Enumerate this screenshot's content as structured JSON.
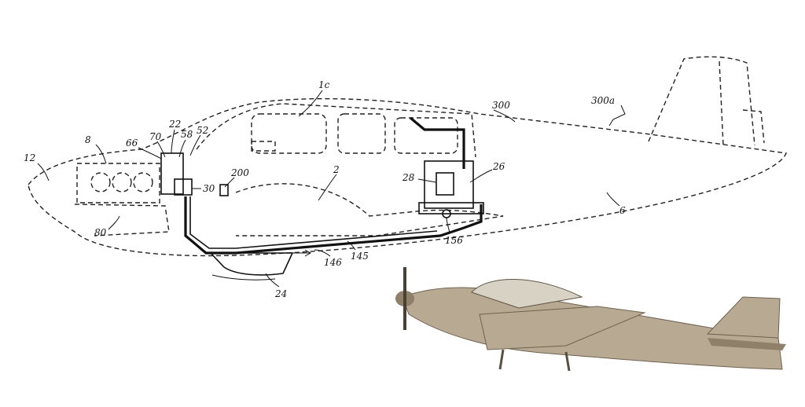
{
  "drawing": {
    "reference_numerals": [
      {
        "id": "ref-12",
        "text": "12"
      },
      {
        "id": "ref-8",
        "text": "8"
      },
      {
        "id": "ref-66",
        "text": "66"
      },
      {
        "id": "ref-70",
        "text": "70"
      },
      {
        "id": "ref-22",
        "text": "22"
      },
      {
        "id": "ref-58",
        "text": "58"
      },
      {
        "id": "ref-52",
        "text": "52"
      },
      {
        "id": "ref-1c",
        "text": "1c"
      },
      {
        "id": "ref-300",
        "text": "300"
      },
      {
        "id": "ref-300a",
        "text": "300a"
      },
      {
        "id": "ref-200",
        "text": "200"
      },
      {
        "id": "ref-30",
        "text": "30"
      },
      {
        "id": "ref-2",
        "text": "2"
      },
      {
        "id": "ref-28",
        "text": "28"
      },
      {
        "id": "ref-26",
        "text": "26"
      },
      {
        "id": "ref-6",
        "text": "6"
      },
      {
        "id": "ref-80",
        "text": "80"
      },
      {
        "id": "ref-156",
        "text": "156"
      },
      {
        "id": "ref-146",
        "text": "146"
      },
      {
        "id": "ref-145",
        "text": "145"
      },
      {
        "id": "ref-24",
        "text": "24"
      }
    ]
  },
  "colors": {
    "line": "#111111",
    "photo_tone": "#b8aa92"
  }
}
